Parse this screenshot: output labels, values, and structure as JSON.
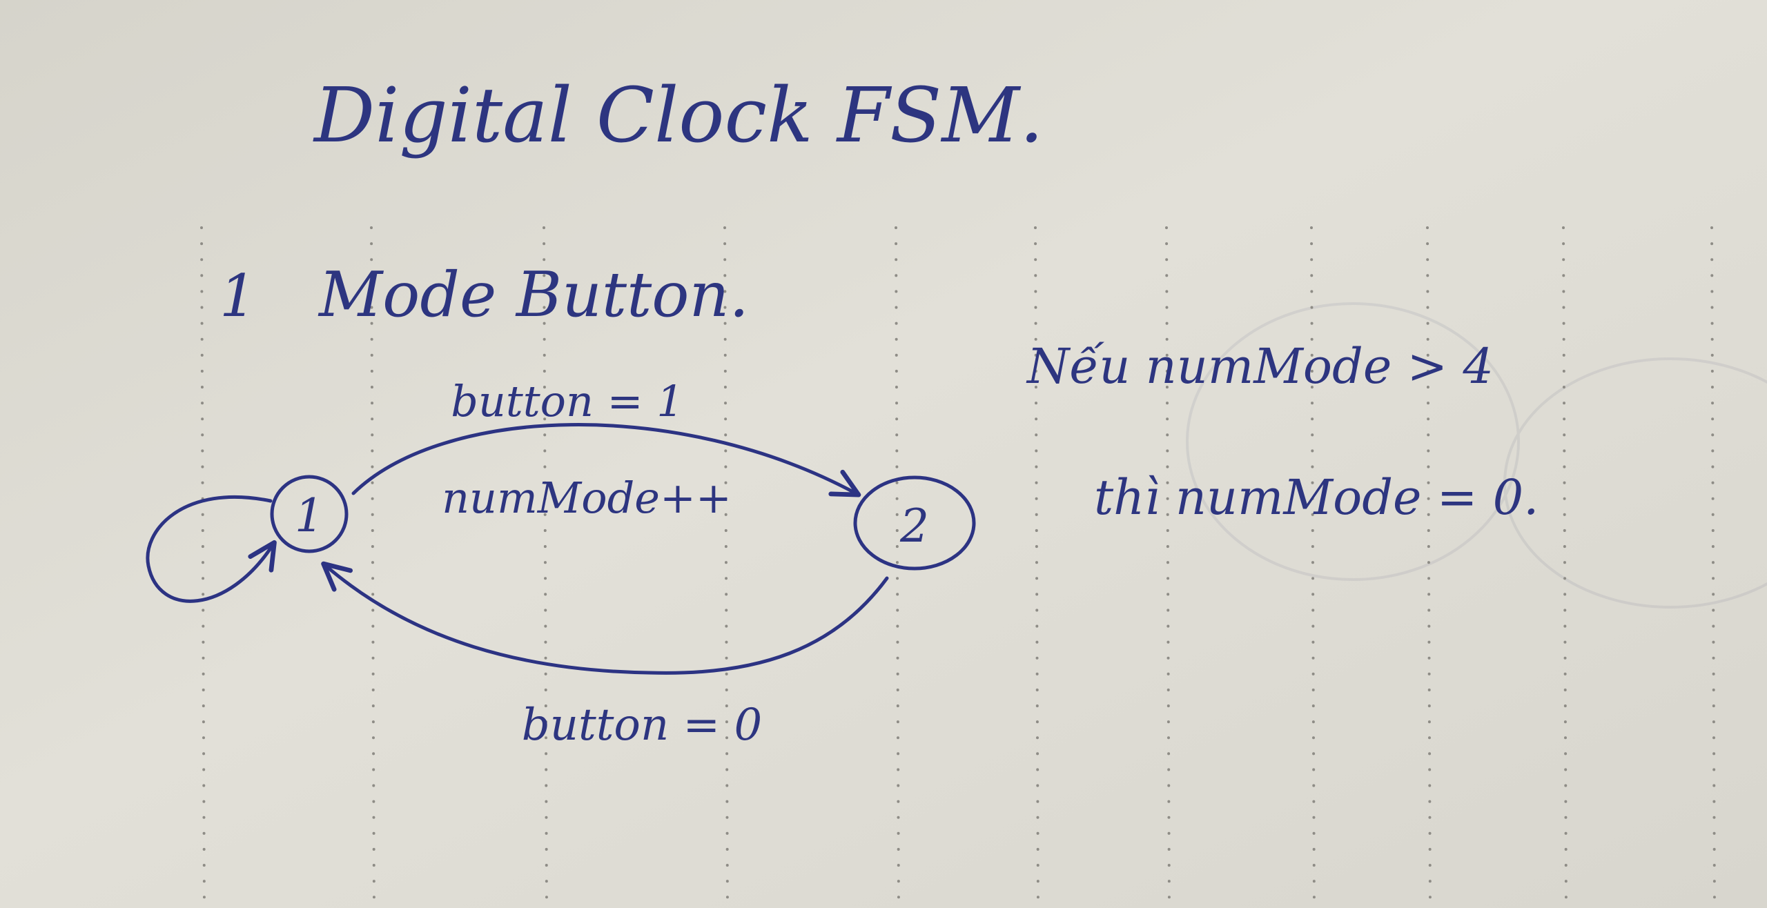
{
  "title": "Digital Clock FSM.",
  "section": {
    "number": "1",
    "heading": "Mode Button."
  },
  "diagram": {
    "states": [
      {
        "id": "state-1",
        "label": "1"
      },
      {
        "id": "state-2",
        "label": "2"
      }
    ],
    "transitions": [
      {
        "from": "1",
        "to": "2",
        "condition": "button = 1",
        "action": "numMode++"
      },
      {
        "from": "2",
        "to": "1",
        "condition": "button = 0"
      },
      {
        "from": "1",
        "to": "1"
      }
    ]
  },
  "note": {
    "line1": "Nếu numMode > 4",
    "line2": "thì numMode = 0."
  }
}
